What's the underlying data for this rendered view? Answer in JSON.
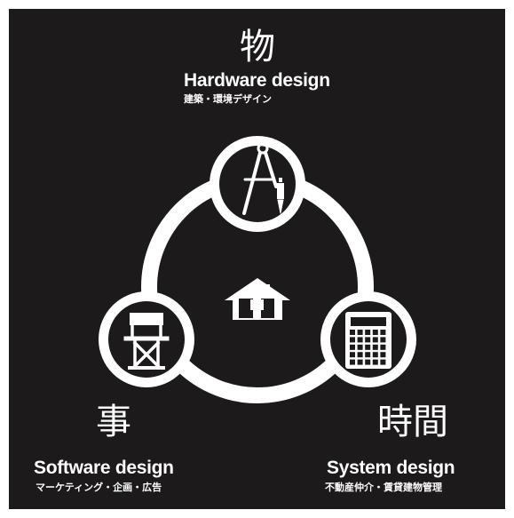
{
  "colors": {
    "background": "#1c1a1a",
    "foreground": "#ffffff"
  },
  "hardware": {
    "kanji": "物",
    "title": "Hardware design",
    "subtitle": "建築・環境デザイン",
    "icon": "compass-icon"
  },
  "software": {
    "kanji": "事",
    "title": "Software design",
    "subtitle": "マーケティング・企画・広告",
    "icon": "director-chair-icon"
  },
  "system": {
    "kanji": "時間",
    "title": "System design",
    "subtitle": "不動産仲介・賃貸建物管理",
    "icon": "calculator-icon"
  },
  "center": {
    "icon": "house-with-person-icon"
  }
}
